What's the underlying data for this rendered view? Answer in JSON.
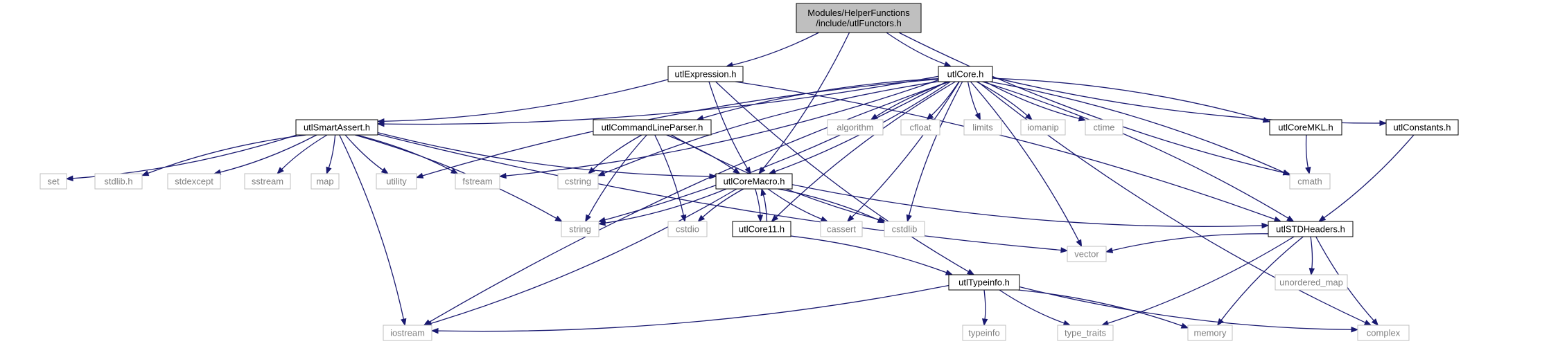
{
  "colors": {
    "edge": "#191970",
    "root_fill": "#bfbfbf",
    "node_border": "#000000",
    "external_border": "#bfbfbf",
    "external_text": "#7f7f7f",
    "text": "#000000"
  },
  "nodes": [
    {
      "id": "root",
      "label": "Modules/HelperFunctions\n/include/utlFunctors.h",
      "kind": "root"
    },
    {
      "id": "utlExpression",
      "label": "utlExpression.h",
      "kind": "header"
    },
    {
      "id": "utlCore",
      "label": "utlCore.h",
      "kind": "header"
    },
    {
      "id": "utlSmartAssert",
      "label": "utlSmartAssert.h",
      "kind": "header"
    },
    {
      "id": "utlCommandLineParser",
      "label": "utlCommandLineParser.h",
      "kind": "header"
    },
    {
      "id": "utlCoreMacro",
      "label": "utlCoreMacro.h",
      "kind": "header"
    },
    {
      "id": "utlCore11",
      "label": "utlCore11.h",
      "kind": "header"
    },
    {
      "id": "utlCoreMKL",
      "label": "utlCoreMKL.h",
      "kind": "header"
    },
    {
      "id": "utlConstants",
      "label": "utlConstants.h",
      "kind": "header"
    },
    {
      "id": "utlSTDHeaders",
      "label": "utlSTDHeaders.h",
      "kind": "header"
    },
    {
      "id": "utlTypeinfo",
      "label": "utlTypeinfo.h",
      "kind": "header"
    },
    {
      "id": "set",
      "label": "set",
      "kind": "external"
    },
    {
      "id": "stdlib",
      "label": "stdlib.h",
      "kind": "external"
    },
    {
      "id": "stdexcept",
      "label": "stdexcept",
      "kind": "external"
    },
    {
      "id": "sstream",
      "label": "sstream",
      "kind": "external"
    },
    {
      "id": "map",
      "label": "map",
      "kind": "external"
    },
    {
      "id": "utility",
      "label": "utility",
      "kind": "external"
    },
    {
      "id": "fstream",
      "label": "fstream",
      "kind": "external"
    },
    {
      "id": "cstring",
      "label": "cstring",
      "kind": "external"
    },
    {
      "id": "algorithm",
      "label": "algorithm",
      "kind": "external"
    },
    {
      "id": "cfloat",
      "label": "cfloat",
      "kind": "external"
    },
    {
      "id": "limits",
      "label": "limits",
      "kind": "external"
    },
    {
      "id": "iomanip",
      "label": "iomanip",
      "kind": "external"
    },
    {
      "id": "ctime",
      "label": "ctime",
      "kind": "external"
    },
    {
      "id": "cmath",
      "label": "cmath",
      "kind": "external"
    },
    {
      "id": "string",
      "label": "string",
      "kind": "external"
    },
    {
      "id": "cstdio",
      "label": "cstdio",
      "kind": "external"
    },
    {
      "id": "cassert",
      "label": "cassert",
      "kind": "external"
    },
    {
      "id": "cstdlib",
      "label": "cstdlib",
      "kind": "external"
    },
    {
      "id": "vector",
      "label": "vector",
      "kind": "external"
    },
    {
      "id": "unordered_map",
      "label": "unordered_map",
      "kind": "external"
    },
    {
      "id": "iostream",
      "label": "iostream",
      "kind": "external"
    },
    {
      "id": "typeinfo",
      "label": "typeinfo",
      "kind": "external"
    },
    {
      "id": "type_traits",
      "label": "type_traits",
      "kind": "external"
    },
    {
      "id": "memory",
      "label": "memory",
      "kind": "external"
    },
    {
      "id": "complex",
      "label": "complex",
      "kind": "external"
    }
  ],
  "edges": [
    [
      "root",
      "utlExpression"
    ],
    [
      "root",
      "utlCore"
    ],
    [
      "root",
      "utlCoreMacro"
    ],
    [
      "root",
      "cmath"
    ],
    [
      "utlExpression",
      "utlSmartAssert"
    ],
    [
      "utlExpression",
      "utlCoreMacro"
    ],
    [
      "utlExpression",
      "utlSTDHeaders"
    ],
    [
      "utlExpression",
      "utlTypeinfo"
    ],
    [
      "utlCore",
      "utlSmartAssert"
    ],
    [
      "utlCore",
      "utlCommandLineParser"
    ],
    [
      "utlCore",
      "utlCoreMacro"
    ],
    [
      "utlCore",
      "utlCore11"
    ],
    [
      "utlCore",
      "utlCoreMKL"
    ],
    [
      "utlCore",
      "utlConstants"
    ],
    [
      "utlCore",
      "utlSTDHeaders"
    ],
    [
      "utlCore",
      "algorithm"
    ],
    [
      "utlCore",
      "cfloat"
    ],
    [
      "utlCore",
      "limits"
    ],
    [
      "utlCore",
      "iomanip"
    ],
    [
      "utlCore",
      "ctime"
    ],
    [
      "utlCore",
      "cmath"
    ],
    [
      "utlCore",
      "complex"
    ],
    [
      "utlCore",
      "vector"
    ],
    [
      "utlCore",
      "cstdlib"
    ],
    [
      "utlCore",
      "cassert"
    ],
    [
      "utlCore",
      "utility"
    ],
    [
      "utlCore",
      "fstream"
    ],
    [
      "utlCore",
      "cstring"
    ],
    [
      "utlCore",
      "string"
    ],
    [
      "utlCore",
      "iostream"
    ],
    [
      "utlSmartAssert",
      "set"
    ],
    [
      "utlSmartAssert",
      "stdlib"
    ],
    [
      "utlSmartAssert",
      "stdexcept"
    ],
    [
      "utlSmartAssert",
      "sstream"
    ],
    [
      "utlSmartAssert",
      "map"
    ],
    [
      "utlSmartAssert",
      "utility"
    ],
    [
      "utlSmartAssert",
      "fstream"
    ],
    [
      "utlSmartAssert",
      "utlCoreMacro"
    ],
    [
      "utlSmartAssert",
      "string"
    ],
    [
      "utlSmartAssert",
      "vector"
    ],
    [
      "utlSmartAssert",
      "iostream"
    ],
    [
      "utlCommandLineParser",
      "cstring"
    ],
    [
      "utlCommandLineParser",
      "utlCoreMacro"
    ],
    [
      "utlCommandLineParser",
      "string"
    ],
    [
      "utlCommandLineParser",
      "cstdio"
    ],
    [
      "utlCommandLineParser",
      "cstdlib"
    ],
    [
      "utlCoreMacro",
      "string"
    ],
    [
      "utlCoreMacro",
      "cstdio"
    ],
    [
      "utlCoreMacro",
      "utlCore11"
    ],
    [
      "utlCoreMacro",
      "cassert"
    ],
    [
      "utlCoreMacro",
      "cstdlib"
    ],
    [
      "utlCoreMacro",
      "utlSTDHeaders"
    ],
    [
      "utlCoreMacro",
      "iostream"
    ],
    [
      "utlCore11",
      "utlCoreMacro"
    ],
    [
      "utlCore11",
      "utlTypeinfo"
    ],
    [
      "utlCoreMKL",
      "cmath"
    ],
    [
      "utlConstants",
      "utlSTDHeaders"
    ],
    [
      "utlSTDHeaders",
      "vector"
    ],
    [
      "utlSTDHeaders",
      "unordered_map"
    ],
    [
      "utlSTDHeaders",
      "complex"
    ],
    [
      "utlSTDHeaders",
      "type_traits"
    ],
    [
      "utlSTDHeaders",
      "memory"
    ],
    [
      "utlTypeinfo",
      "typeinfo"
    ],
    [
      "utlTypeinfo",
      "type_traits"
    ],
    [
      "utlTypeinfo",
      "memory"
    ],
    [
      "utlTypeinfo",
      "complex"
    ],
    [
      "utlTypeinfo",
      "iostream"
    ]
  ]
}
